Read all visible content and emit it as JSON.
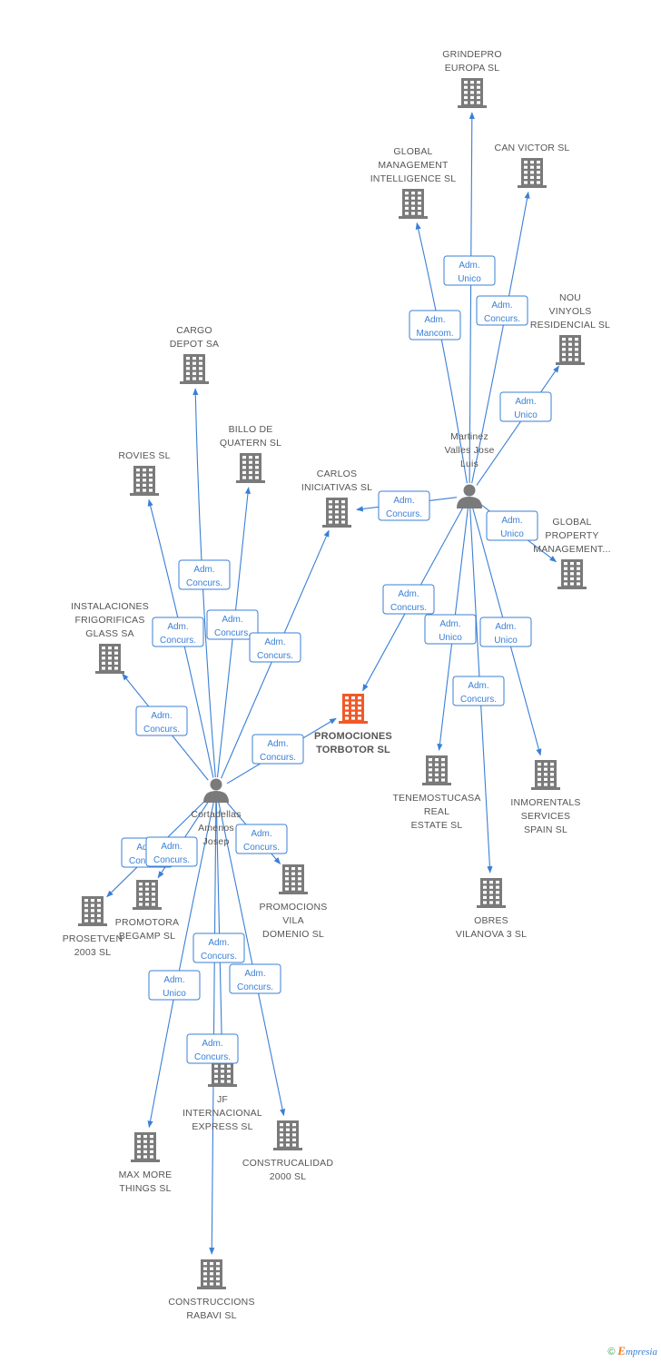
{
  "colors": {
    "edge": "#3a7fd5",
    "company_icon": "#7a7a7a",
    "company_center_icon": "#f05a28",
    "person_icon": "#7a7a7a",
    "label": "#555555"
  },
  "nodes": [
    {
      "id": "grindepro",
      "type": "company",
      "label": [
        "GRINDEPRO",
        "EUROPA SL"
      ]
    },
    {
      "id": "global_mgmt",
      "type": "company",
      "label": [
        "GLOBAL",
        "MANAGEMENT",
        "INTELLIGENCE SL"
      ]
    },
    {
      "id": "can_victor",
      "type": "company",
      "label": [
        "CAN VICTOR SL"
      ]
    },
    {
      "id": "nou_vinyols",
      "type": "company",
      "label": [
        "NOU",
        "VINYOLS",
        "RESIDENCIAL SL"
      ]
    },
    {
      "id": "martinez",
      "type": "person",
      "label": [
        "Martinez",
        "Valles Jose",
        "Luis"
      ]
    },
    {
      "id": "cargo",
      "type": "company",
      "label": [
        "CARGO",
        "DEPOT SA"
      ]
    },
    {
      "id": "billo",
      "type": "company",
      "label": [
        "BILLO DE",
        "QUATERN SL"
      ]
    },
    {
      "id": "rovies",
      "type": "company",
      "label": [
        "ROVIES SL"
      ]
    },
    {
      "id": "carlos",
      "type": "company",
      "label": [
        "CARLOS",
        "INICIATIVAS SL"
      ]
    },
    {
      "id": "global_prop",
      "type": "company",
      "label": [
        "GLOBAL",
        "PROPERTY",
        "MANAGEMENT..."
      ]
    },
    {
      "id": "instalaciones",
      "type": "company",
      "label": [
        "INSTALACIONES",
        "FRIGORIFICAS",
        "GLASS SA"
      ]
    },
    {
      "id": "promociones",
      "type": "center",
      "label": [
        "PROMOCIONES",
        "TORBOTOR SL"
      ]
    },
    {
      "id": "tenemos",
      "type": "company",
      "label": [
        "TENEMOSTUCASA",
        "REAL",
        "ESTATE  SL"
      ]
    },
    {
      "id": "inmorentals",
      "type": "company",
      "label": [
        "INMORENTALS",
        "SERVICES",
        "SPAIN SL"
      ]
    },
    {
      "id": "cortadellas",
      "type": "person",
      "label": [
        "Cortadellas",
        "Amenos",
        "Josep"
      ]
    },
    {
      "id": "promotora",
      "type": "company",
      "label": [
        "PROMOTORA",
        "BEGAMP SL"
      ]
    },
    {
      "id": "prosetven",
      "type": "company",
      "label": [
        "PROSETVEN",
        "2003 SL"
      ]
    },
    {
      "id": "promocions_vila",
      "type": "company",
      "label": [
        "PROMOCIONS",
        "VILA",
        "DOMENIO SL"
      ]
    },
    {
      "id": "obres",
      "type": "company",
      "label": [
        "OBRES",
        "VILANOVA 3 SL"
      ]
    },
    {
      "id": "jf",
      "type": "company",
      "label": [
        "JF",
        "INTERNACIONAL",
        "EXPRESS SL"
      ]
    },
    {
      "id": "max_more",
      "type": "company",
      "label": [
        "MAX MORE",
        "THINGS SL"
      ]
    },
    {
      "id": "construcalidad",
      "type": "company",
      "label": [
        "CONSTRUCALIDAD",
        "2000 SL"
      ]
    },
    {
      "id": "construccions",
      "type": "company",
      "label": [
        "CONSTRUCCIONS",
        "RABAVI SL"
      ]
    }
  ],
  "edges": [
    {
      "from": "martinez",
      "to": "grindepro",
      "label": [
        "Adm.",
        "Unico"
      ]
    },
    {
      "from": "martinez",
      "to": "global_mgmt",
      "label": [
        "Adm.",
        "Mancom."
      ]
    },
    {
      "from": "martinez",
      "to": "can_victor",
      "label": [
        "Adm.",
        "Concurs."
      ]
    },
    {
      "from": "martinez",
      "to": "nou_vinyols",
      "label": [
        "Adm.",
        "Unico"
      ]
    },
    {
      "from": "martinez",
      "to": "carlos",
      "label": [
        "Adm.",
        "Concurs."
      ]
    },
    {
      "from": "martinez",
      "to": "global_prop",
      "label": [
        "Adm.",
        "Unico"
      ]
    },
    {
      "from": "martinez",
      "to": "promociones",
      "label": [
        "Adm.",
        "Concurs."
      ]
    },
    {
      "from": "martinez",
      "to": "tenemos",
      "label": [
        "Adm.",
        "Unico"
      ]
    },
    {
      "from": "martinez",
      "to": "inmorentals",
      "label": [
        "Adm.",
        "Unico"
      ]
    },
    {
      "from": "martinez",
      "to": "obres",
      "label": [
        "Adm.",
        "Concurs."
      ]
    },
    {
      "from": "cortadellas",
      "to": "cargo",
      "label": [
        "Adm.",
        "Concurs."
      ]
    },
    {
      "from": "cortadellas",
      "to": "billo",
      "label": [
        "Adm.",
        "Concurs."
      ]
    },
    {
      "from": "cortadellas",
      "to": "rovies",
      "label": [
        "Adm.",
        "Concurs."
      ]
    },
    {
      "from": "cortadellas",
      "to": "carlos",
      "label": [
        "Adm.",
        "Concurs."
      ]
    },
    {
      "from": "cortadellas",
      "to": "instalaciones",
      "label": [
        "Adm.",
        "Concurs."
      ]
    },
    {
      "from": "cortadellas",
      "to": "promociones",
      "label": [
        "Adm.",
        "Concurs."
      ]
    },
    {
      "from": "cortadellas",
      "to": "prosetven",
      "label": [
        "Adm.",
        "Concurs."
      ]
    },
    {
      "from": "cortadellas",
      "to": "promotora",
      "label": [
        "Adm.",
        "Concurs."
      ]
    },
    {
      "from": "cortadellas",
      "to": "promocions_vila",
      "label": [
        "Adm.",
        "Concurs."
      ]
    },
    {
      "from": "cortadellas",
      "to": "max_more",
      "label": [
        "Adm.",
        "Unico"
      ]
    },
    {
      "from": "cortadellas",
      "to": "jf",
      "label": [
        "Adm.",
        "Concurs."
      ]
    },
    {
      "from": "cortadellas",
      "to": "construcalidad",
      "label": [
        "Adm.",
        "Concurs."
      ]
    },
    {
      "from": "cortadellas",
      "to": "construccions",
      "label": [
        "Adm.",
        "Concurs."
      ]
    }
  ],
  "footer": {
    "copyright": "©",
    "brand_initial": "E",
    "brand_rest": "mpresia"
  }
}
